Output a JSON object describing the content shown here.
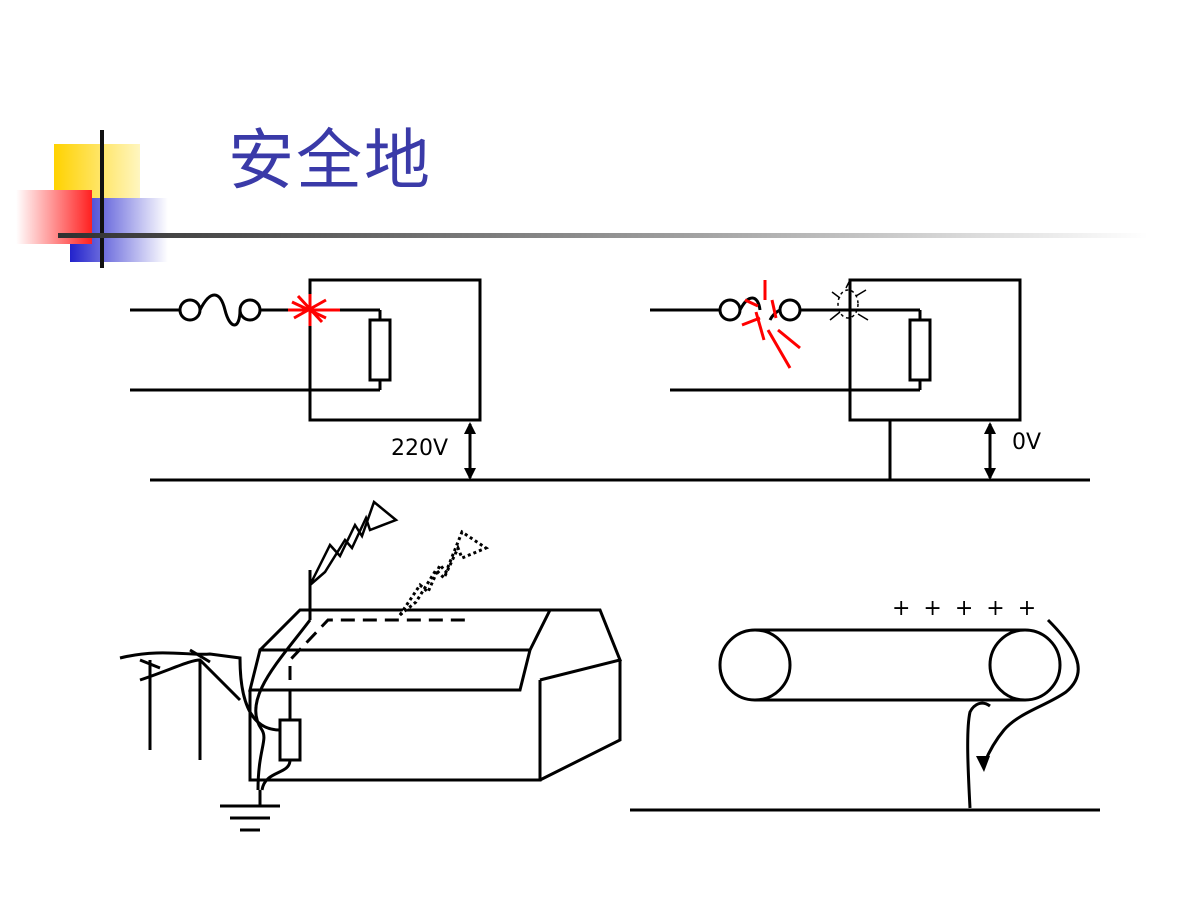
{
  "slide": {
    "title": "安全地"
  },
  "diagram": {
    "left_circuit_voltage": "220V",
    "right_circuit_voltage": "0V",
    "belt_charge_signs": "+ + + + +"
  },
  "colors": {
    "title": "#3a3aa8",
    "deco_yellow": "#ffd700",
    "deco_red": "#ff2020",
    "deco_blue": "#2b2bd0",
    "spark": "#ff0000"
  }
}
